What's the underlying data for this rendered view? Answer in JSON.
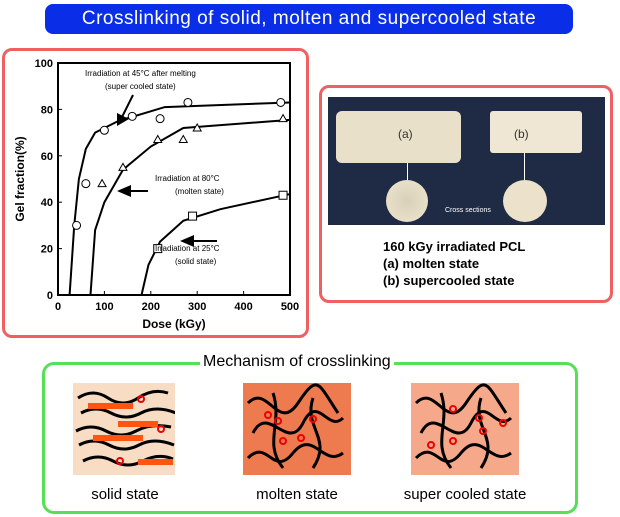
{
  "title": "Crosslinking of solid, molten and supercooled state",
  "chart_data": {
    "type": "scatter",
    "xlabel": "Dose (kGy)",
    "ylabel": "Gel fraction(%)",
    "xlim": [
      0,
      500
    ],
    "ylim": [
      0,
      100
    ],
    "xticks": [
      "0",
      "100",
      "200",
      "300",
      "400",
      "500"
    ],
    "yticks": [
      "0",
      "20",
      "40",
      "60",
      "80",
      "100"
    ],
    "series": [
      {
        "name": "supercooled",
        "marker": "circle",
        "points": [
          [
            40,
            30
          ],
          [
            60,
            48
          ],
          [
            100,
            71
          ],
          [
            160,
            77
          ],
          [
            220,
            76
          ],
          [
            280,
            83
          ],
          [
            480,
            83
          ]
        ],
        "curve": [
          [
            25,
            0
          ],
          [
            35,
            30
          ],
          [
            45,
            50
          ],
          [
            60,
            63
          ],
          [
            80,
            70
          ],
          [
            130,
            75
          ],
          [
            230,
            81
          ],
          [
            500,
            83
          ]
        ]
      },
      {
        "name": "molten",
        "marker": "triangle",
        "points": [
          [
            95,
            48
          ],
          [
            140,
            55
          ],
          [
            215,
            67
          ],
          [
            270,
            67
          ],
          [
            300,
            72
          ],
          [
            485,
            76
          ]
        ],
        "curve": [
          [
            70,
            0
          ],
          [
            80,
            28
          ],
          [
            100,
            40
          ],
          [
            140,
            54
          ],
          [
            200,
            64
          ],
          [
            270,
            72
          ],
          [
            500,
            75.5
          ]
        ]
      },
      {
        "name": "solid",
        "marker": "square",
        "points": [
          [
            215,
            20
          ],
          [
            290,
            34
          ],
          [
            485,
            43
          ]
        ],
        "curve": [
          [
            180,
            0
          ],
          [
            195,
            13
          ],
          [
            220,
            23
          ],
          [
            270,
            32
          ],
          [
            350,
            37
          ],
          [
            500,
            43.5
          ]
        ]
      }
    ],
    "annotations": [
      {
        "line1": "Irradiation at 45°C  after melting",
        "line2": "(super cooled state)"
      },
      {
        "line1": "Irradiation at 80°C",
        "line2": "(molten state)"
      },
      {
        "line1": "Irradiation at 25°C",
        "line2": "(solid state)"
      }
    ]
  },
  "photo": {
    "label_a": "(a)",
    "label_b": "(b)",
    "cross": "Cross sections"
  },
  "pcl": {
    "l1": "160 kGy irradiated PCL",
    "l2": "(a) molten state",
    "l3": "(b) supercooled state"
  },
  "mechanism": {
    "title": "Mechanism of crosslinking",
    "solid": "solid state",
    "molten": "molten state",
    "super": "super cooled state",
    "bg_solid": "#f8dcc4",
    "bg_molten": "#ee7a50",
    "bg_super": "#f6a98a"
  }
}
